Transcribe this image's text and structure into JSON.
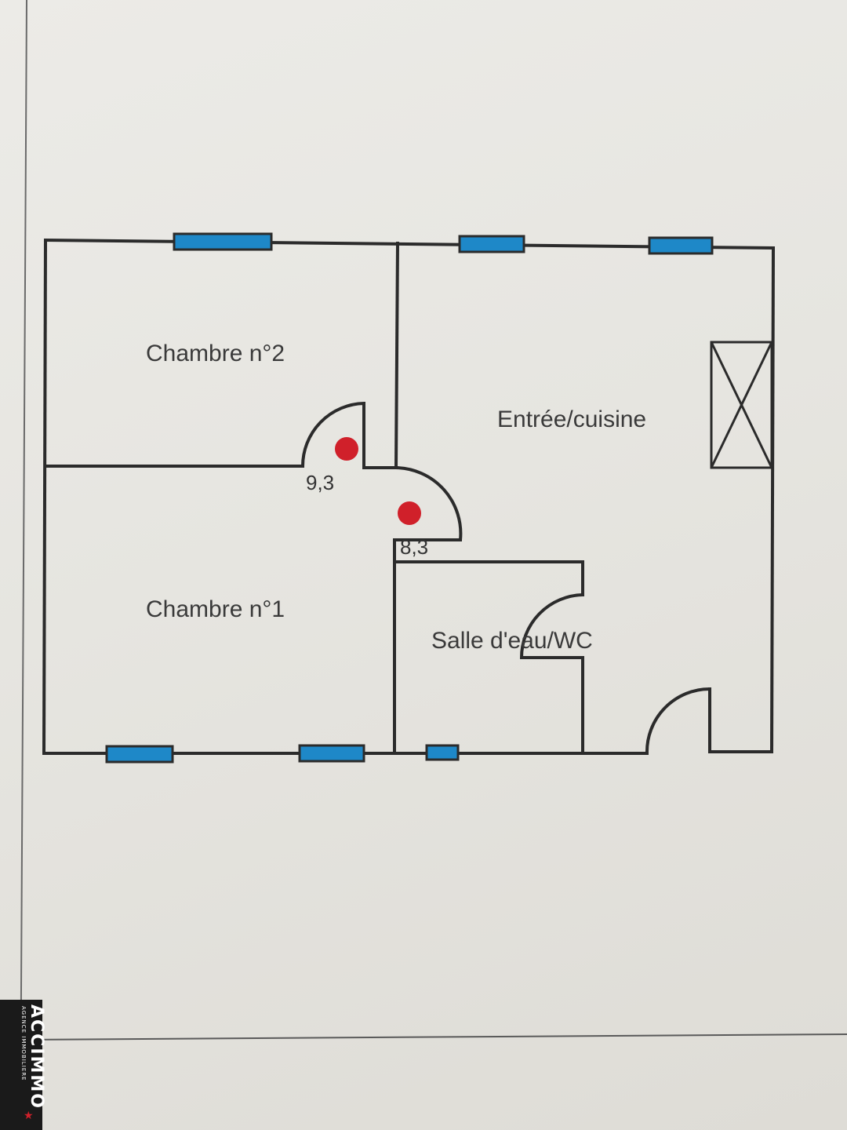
{
  "colors": {
    "wall": "#2b2b2b",
    "window_fill": "#1e88c8",
    "marker": "#d0202a",
    "paper": "#e8e6e1",
    "logo_bg": "#1a1a1a"
  },
  "rooms": {
    "chambre2": "Chambre n°2",
    "chambre1": "Chambre n°1",
    "entree_cuisine": "Entrée/cuisine",
    "salle_eau": "Salle d'eau/WC"
  },
  "dimensions": {
    "dim1": "9,3",
    "dim2": "8,3"
  },
  "logo": {
    "name": "ACCIMMO",
    "tagline": "AGENCE IMMOBILIERE",
    "icon": "star-icon"
  }
}
